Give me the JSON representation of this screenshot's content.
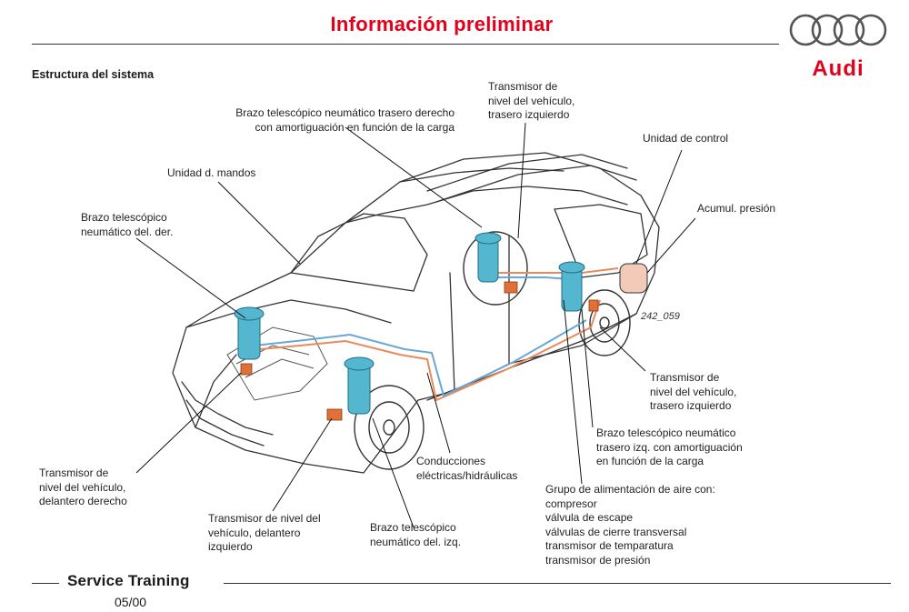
{
  "header": {
    "title": "Información preliminar",
    "brand": "Audi"
  },
  "section_title": "Estructura del sistema",
  "figure_id": "242_059",
  "colors": {
    "title_red": "#e3001b",
    "strut_blue": "#55b6cf",
    "valve_orange": "#e0703a",
    "line_orange": "#e88a5b",
    "line_blue": "#6aa6d6"
  },
  "labels": {
    "rear_right_strut": [
      "Brazo telescópico neumático trasero derecho",
      "con amortiguación en función de la carga"
    ],
    "rear_left_sensor_top": [
      "Transmisor de",
      "nivel del vehículo,",
      "trasero izquierdo"
    ],
    "control_unit": [
      "Unidad de control"
    ],
    "control_panel": [
      "Unidad d. mandos"
    ],
    "front_right_strut": [
      "Brazo telescópico",
      "neumático del. der."
    ],
    "pressure_accumulator": [
      "Acumul. presión"
    ],
    "rear_left_sensor": [
      "Transmisor de",
      "nivel del vehículo,",
      "trasero izquierdo"
    ],
    "rear_left_strut": [
      "Brazo telescópico neumático",
      "trasero izq. con amortiguación",
      "en función de la carga"
    ],
    "front_right_sensor": [
      "Transmisor de",
      "nivel del vehículo,",
      "delantero derecho"
    ],
    "lines": [
      "Conducciones",
      "eléctricas/hidráulicas"
    ],
    "air_supply": [
      "Grupo de alimentación de aire con:",
      "compresor",
      "válvula de escape",
      "válvulas de cierre transversal",
      "transmisor de temparatura",
      "transmisor de presión"
    ],
    "front_left_sensor": [
      "Transmisor de nivel del",
      "vehículo, delantero",
      "izquierdo"
    ],
    "front_left_strut": [
      "Brazo telescópico",
      "neumático del. izq."
    ]
  },
  "footer": {
    "program": "Service Training",
    "date": "05/00"
  }
}
